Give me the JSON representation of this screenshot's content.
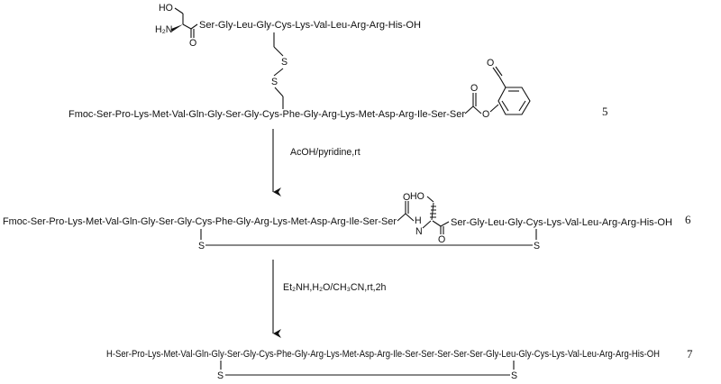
{
  "compound5": {
    "number": "5",
    "upper_chain": "Ser-Gly-Leu-Gly-Cys-Lys-Val-Leu-Arg-Arg-His-OH",
    "lower_chain": "Fmoc-Ser-Pro-Lys-Met-Val-Gln-Gly-Ser-Gly-Cys-Phe-Gly-Arg-Lys-Met-Asp-Arg-Ile-Ser-Ser",
    "atoms": {
      "ho": "HO",
      "h2n": "H₂N",
      "o_carbonyl": "O",
      "s1": "S",
      "s2": "S",
      "o_ester": "O",
      "o_ring": "O",
      "o_aldehyde": "O"
    }
  },
  "step1": {
    "conditions": "AcOH/pyridine,rt"
  },
  "compound6": {
    "number": "6",
    "left_chain": "Fmoc-Ser-Pro-Lys-Met-Val-Gln-Gly-Ser-Gly-Cys-Phe-Gly-Arg-Lys-Met-Asp-Arg-Ile-Ser-Ser",
    "right_chain": "Ser-Gly-Leu-Gly-Cys-Lys-Val-Leu-Arg-Arg-His-OH",
    "atoms": {
      "ho": "HO",
      "nh": "H",
      "nh_n": "N",
      "o_amide": "O",
      "o_carbonyl": "O",
      "s_left": "S",
      "s_right": "S"
    }
  },
  "step2": {
    "conditions": "Et₂NH,H₂O/CH₃CN,rt,2h"
  },
  "compound7": {
    "number": "7",
    "chain": "H-Ser-Pro-Lys-Met-Val-Gln-Gly-Ser-Gly-Cys-Phe-Gly-Arg-Lys-Met-Asp-Arg-Ile-Ser-Ser-Ser-Ser-Ser-Gly-Leu-Gly-Cys-Lys-Val-Leu-Arg-Arg-His-OH",
    "atoms": {
      "s_left": "S",
      "s_right": "S"
    }
  }
}
